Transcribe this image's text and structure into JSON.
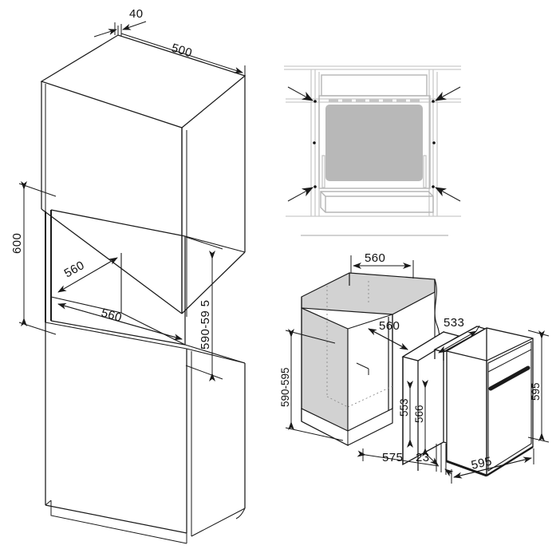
{
  "document": {
    "type": "technical-drawing",
    "subject": "built-in-oven-installation-dimensions",
    "unit": "mm",
    "background_color": "#ffffff",
    "line_color": "#1a1a1a",
    "text_color": "#111111",
    "cavity_fill_color": "#b8b8b8",
    "cabinet_shade_color": "#d2d2d2"
  },
  "views": {
    "tall_cabinet": {
      "name": "tall-unit-isometric-view",
      "dimensions": {
        "panel_thickness": "40",
        "cabinet_depth": "500",
        "aperture_height": "600",
        "niche_depth": "560",
        "niche_width": "560",
        "niche_height_range": "590-59 5"
      }
    },
    "oven_front": {
      "name": "oven-front-elevation-view",
      "fixing_arrows": 4,
      "vent_slots": 7
    },
    "exploded": {
      "name": "oven-exploded-isometric-view",
      "dimensions": {
        "niche_width_top": "560",
        "niche_depth_inner": "560",
        "niche_height_range": "590-595",
        "oven_body_depth": "533",
        "oven_body_height": "553",
        "oven_front_height": "566",
        "cabinet_depth_base": "575",
        "door_offset": "23",
        "oven_front_width": "595",
        "oven_front_height_overall": "595"
      }
    }
  },
  "labels": {
    "l_40": "40",
    "l_500": "500",
    "l_600": "600",
    "l_560_a": "560",
    "l_560_b": "560",
    "l_590_595_left": "590-59 5",
    "l_560_top": "560",
    "l_560_inner": "560",
    "l_590_595_right": "590-595",
    "l_533": "533",
    "l_553": "553",
    "l_566": "566",
    "l_595_height": "595",
    "l_575": "575",
    "l_23": "23",
    "l_595_width": "595"
  }
}
